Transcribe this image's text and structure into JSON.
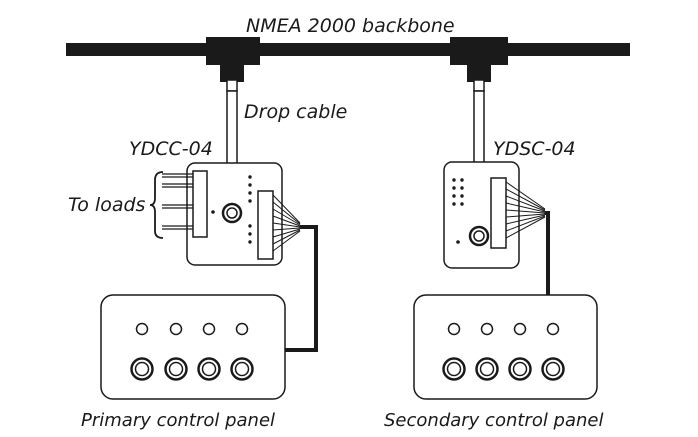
{
  "labels": {
    "backbone": "NMEA 2000 backbone",
    "drop_cable": "Drop cable",
    "ydcc": "YDCC-04",
    "ydsc": "YDSC-04",
    "to_loads": "To loads",
    "primary_panel": "Primary control panel",
    "secondary_panel": "Secondary control panel"
  },
  "colors": {
    "line": "#1a1a1a",
    "background": "#ffffff"
  }
}
